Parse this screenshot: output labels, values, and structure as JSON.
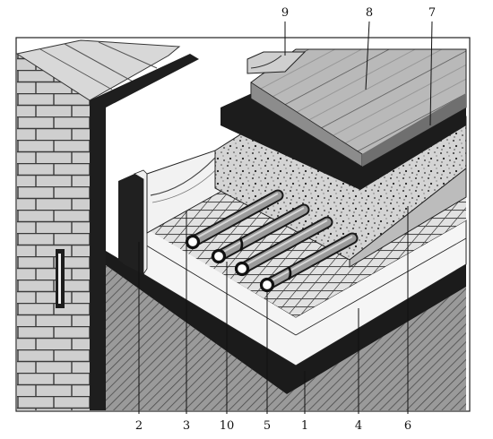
{
  "callouts": {
    "top": [
      "9",
      "8",
      "7"
    ],
    "bottom": [
      "2",
      "3",
      "10",
      "5",
      "1",
      "4",
      "6"
    ]
  },
  "pipe_count": 4
}
